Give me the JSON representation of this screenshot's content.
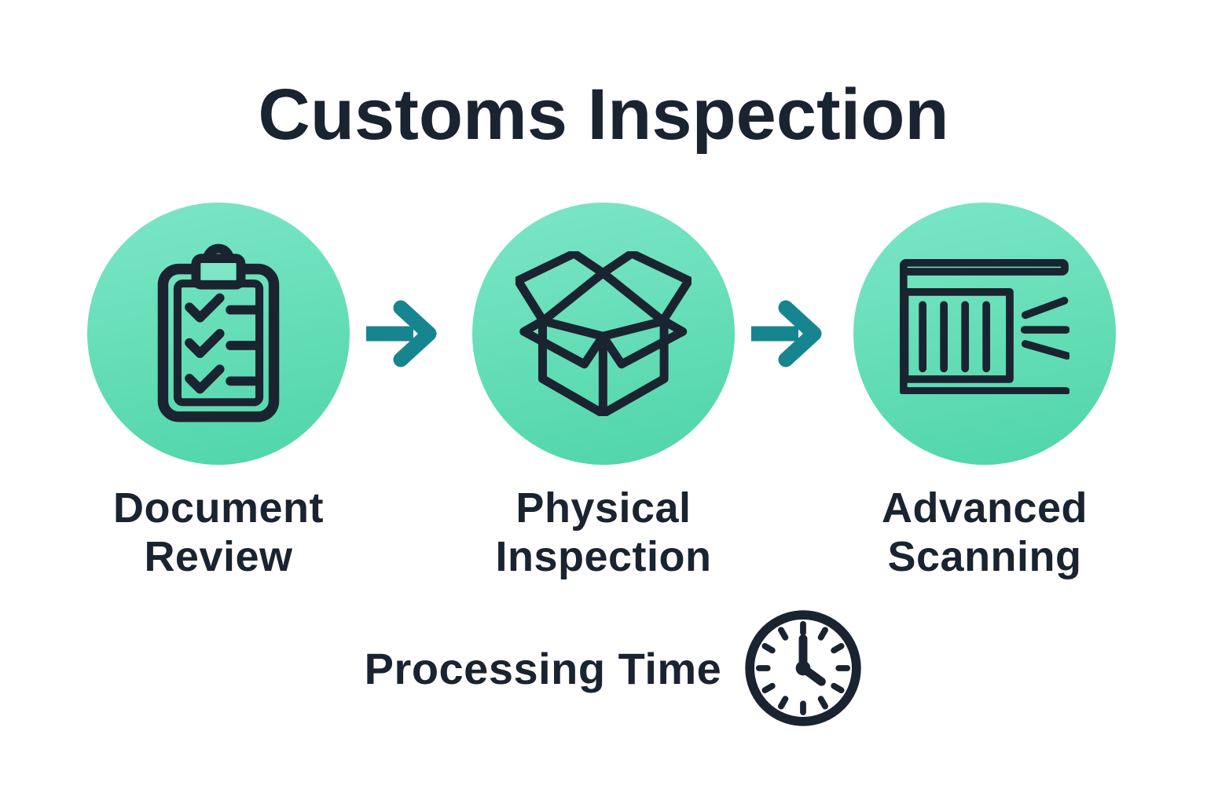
{
  "title": "Customs Inspection",
  "steps": [
    {
      "id": "document-review",
      "label": "Document Review",
      "icon": "clipboard-checklist-icon"
    },
    {
      "id": "physical-inspection",
      "label": "Physical Inspection",
      "icon": "open-box-icon"
    },
    {
      "id": "advanced-scanning",
      "label": "Advanced Scanning",
      "icon": "container-scan-icon"
    }
  ],
  "connectors": [
    {
      "icon": "arrow-right-icon"
    },
    {
      "icon": "arrow-right-icon"
    }
  ],
  "footer": {
    "label": "Processing Time",
    "icon": "clock-icon",
    "clock_time_shown": "4:00"
  },
  "colors": {
    "background": "#ffffff",
    "ink": "#1a2330",
    "circle_top": "#7ce6c6",
    "circle_bottom": "#4fd5a9",
    "arrow": "#17858f"
  }
}
